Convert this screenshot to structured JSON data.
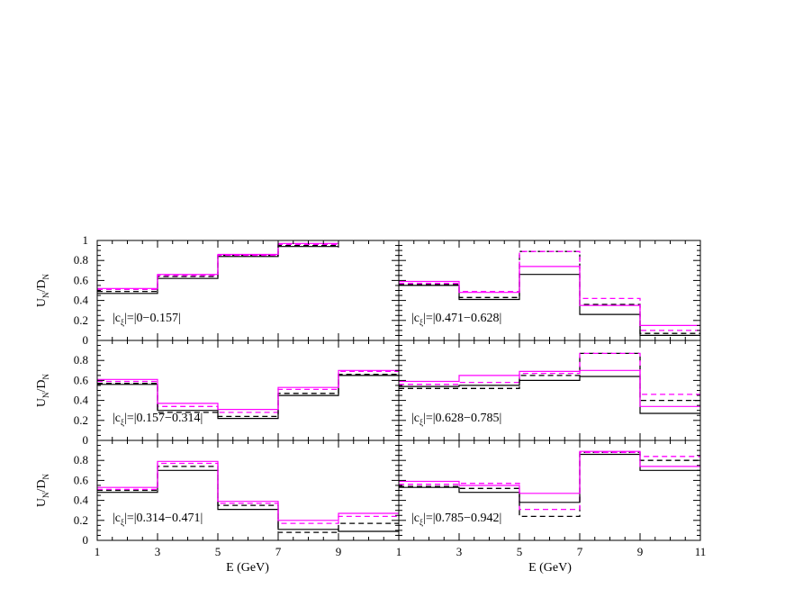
{
  "chart_data": {
    "type": "histogram-grid",
    "x_edges": [
      1,
      3,
      5,
      7,
      9,
      11
    ],
    "x_ticks": [
      "1",
      "3",
      "5",
      "7",
      "9",
      "11"
    ],
    "left_x_ticks": [
      "1",
      "3",
      "5",
      "7",
      "9",
      "1"
    ],
    "y_ticks": [
      "0",
      "0.2",
      "0.4",
      "0.6",
      "0.8",
      "1"
    ],
    "xlabel": "E (GeV)",
    "ylabel": "U_N/D_N",
    "ylim": [
      0,
      1
    ],
    "colors": {
      "black": "#000000",
      "magenta": "#ff00ff"
    },
    "panels": [
      {
        "label_prefix": "|c",
        "label_sub": "ξ",
        "label_suffix": "|=|0−0.157|",
        "series": [
          {
            "color": "black",
            "style": "solid",
            "values": [
              0.47,
              0.62,
              0.84,
              0.94,
              null
            ]
          },
          {
            "color": "black",
            "style": "dashed",
            "values": [
              0.49,
              0.64,
              0.85,
              0.95,
              null
            ]
          },
          {
            "color": "magenta",
            "style": "solid",
            "values": [
              0.52,
              0.66,
              0.86,
              0.97,
              null
            ]
          },
          {
            "color": "magenta",
            "style": "dashed",
            "values": [
              0.51,
              0.65,
              0.85,
              0.96,
              null
            ]
          }
        ]
      },
      {
        "label_prefix": "|c",
        "label_sub": "ξ",
        "label_suffix": "|=|0.471−0.628|",
        "series": [
          {
            "color": "black",
            "style": "solid",
            "values": [
              0.55,
              0.41,
              0.66,
              0.26,
              0.05
            ]
          },
          {
            "color": "black",
            "style": "dashed",
            "values": [
              0.56,
              0.43,
              0.89,
              0.36,
              0.07
            ]
          },
          {
            "color": "magenta",
            "style": "solid",
            "values": [
              0.59,
              0.48,
              0.74,
              0.35,
              0.15
            ]
          },
          {
            "color": "magenta",
            "style": "dashed",
            "values": [
              0.57,
              0.49,
              0.89,
              0.42,
              0.1
            ]
          }
        ]
      },
      {
        "label_prefix": "|c",
        "label_sub": "ξ",
        "label_suffix": "|=|0.157−0.314|",
        "series": [
          {
            "color": "black",
            "style": "solid",
            "values": [
              0.56,
              0.3,
              0.22,
              0.45,
              0.65
            ]
          },
          {
            "color": "black",
            "style": "dashed",
            "values": [
              0.57,
              0.28,
              0.24,
              0.47,
              0.66
            ]
          },
          {
            "color": "magenta",
            "style": "solid",
            "values": [
              0.61,
              0.37,
              0.31,
              0.53,
              0.7
            ]
          },
          {
            "color": "magenta",
            "style": "dashed",
            "values": [
              0.59,
              0.34,
              0.28,
              0.51,
              0.69
            ]
          }
        ]
      },
      {
        "label_prefix": "|c",
        "label_sub": "ξ",
        "label_suffix": "|=|0.628−0.785|",
        "series": [
          {
            "color": "black",
            "style": "solid",
            "values": [
              0.54,
              0.55,
              0.6,
              0.64,
              0.27
            ]
          },
          {
            "color": "black",
            "style": "dashed",
            "values": [
              0.52,
              0.52,
              0.65,
              0.87,
              0.4
            ]
          },
          {
            "color": "magenta",
            "style": "solid",
            "values": [
              0.59,
              0.65,
              0.69,
              0.7,
              0.34
            ]
          },
          {
            "color": "magenta",
            "style": "dashed",
            "values": [
              0.56,
              0.58,
              0.67,
              0.87,
              0.46
            ]
          }
        ]
      },
      {
        "label_prefix": "|c",
        "label_sub": "ξ",
        "label_suffix": "|=|0.314−0.471|",
        "series": [
          {
            "color": "black",
            "style": "solid",
            "values": [
              0.48,
              0.7,
              0.31,
              0.11,
              0.09
            ]
          },
          {
            "color": "black",
            "style": "dashed",
            "values": [
              0.5,
              0.74,
              0.35,
              0.08,
              0.17
            ]
          },
          {
            "color": "magenta",
            "style": "solid",
            "values": [
              0.53,
              0.79,
              0.39,
              0.2,
              0.27
            ]
          },
          {
            "color": "magenta",
            "style": "dashed",
            "values": [
              0.51,
              0.77,
              0.37,
              0.17,
              0.24
            ]
          }
        ]
      },
      {
        "label_prefix": "|c",
        "label_sub": "ξ",
        "label_suffix": "|=|0.785−0.942|",
        "series": [
          {
            "color": "black",
            "style": "solid",
            "values": [
              0.53,
              0.48,
              0.38,
              0.86,
              0.7
            ]
          },
          {
            "color": "black",
            "style": "dashed",
            "values": [
              0.54,
              0.52,
              0.24,
              0.88,
              0.8
            ]
          },
          {
            "color": "magenta",
            "style": "solid",
            "values": [
              0.59,
              0.55,
              0.47,
              0.89,
              0.74
            ]
          },
          {
            "color": "magenta",
            "style": "dashed",
            "values": [
              0.56,
              0.57,
              0.31,
              0.88,
              0.84
            ]
          }
        ]
      }
    ]
  }
}
